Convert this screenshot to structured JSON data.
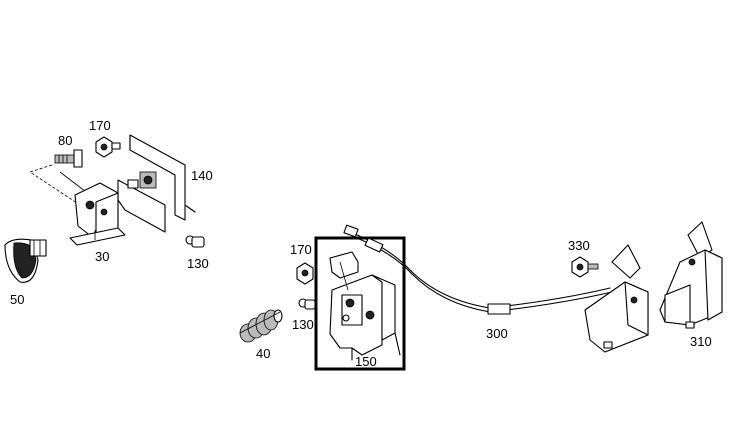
{
  "labels": {
    "p80": "80",
    "p170a": "170",
    "p140": "140",
    "p30": "30",
    "p130a": "130",
    "p50": "50",
    "p170b": "170",
    "p130b": "130",
    "p40": "40",
    "p150": "150",
    "p300": "300",
    "p330": "330",
    "p310": "310"
  },
  "highlighted_part": "150"
}
